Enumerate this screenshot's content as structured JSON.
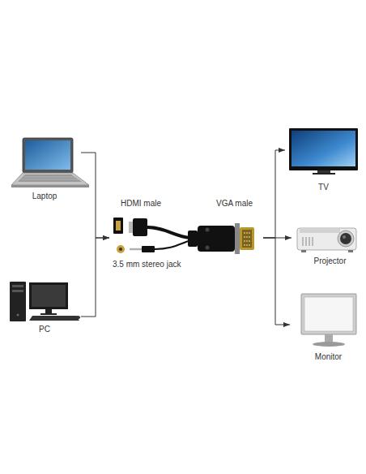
{
  "diagram": {
    "nodes": [
      {
        "text": [
          "Laptop"
        ]
      },
      {
        "text": [
          "PC"
        ]
      },
      {
        "text": [
          "HDMI male",
          "3.5 mm stereo jack",
          "VGA male"
        ]
      },
      {
        "text": [
          "TV"
        ]
      },
      {
        "text": [
          "Projector"
        ]
      },
      {
        "text": [
          "Monitor"
        ]
      }
    ],
    "edges": [
      {
        "from": 0,
        "to": 2,
        "arrow": "to"
      },
      {
        "from": 1,
        "to": 2,
        "arrow": "to"
      },
      {
        "from": 2,
        "to": 3,
        "arrow": "to"
      },
      {
        "from": 2,
        "to": 4,
        "arrow": "to"
      },
      {
        "from": 2,
        "to": 5,
        "arrow": "to"
      }
    ]
  }
}
